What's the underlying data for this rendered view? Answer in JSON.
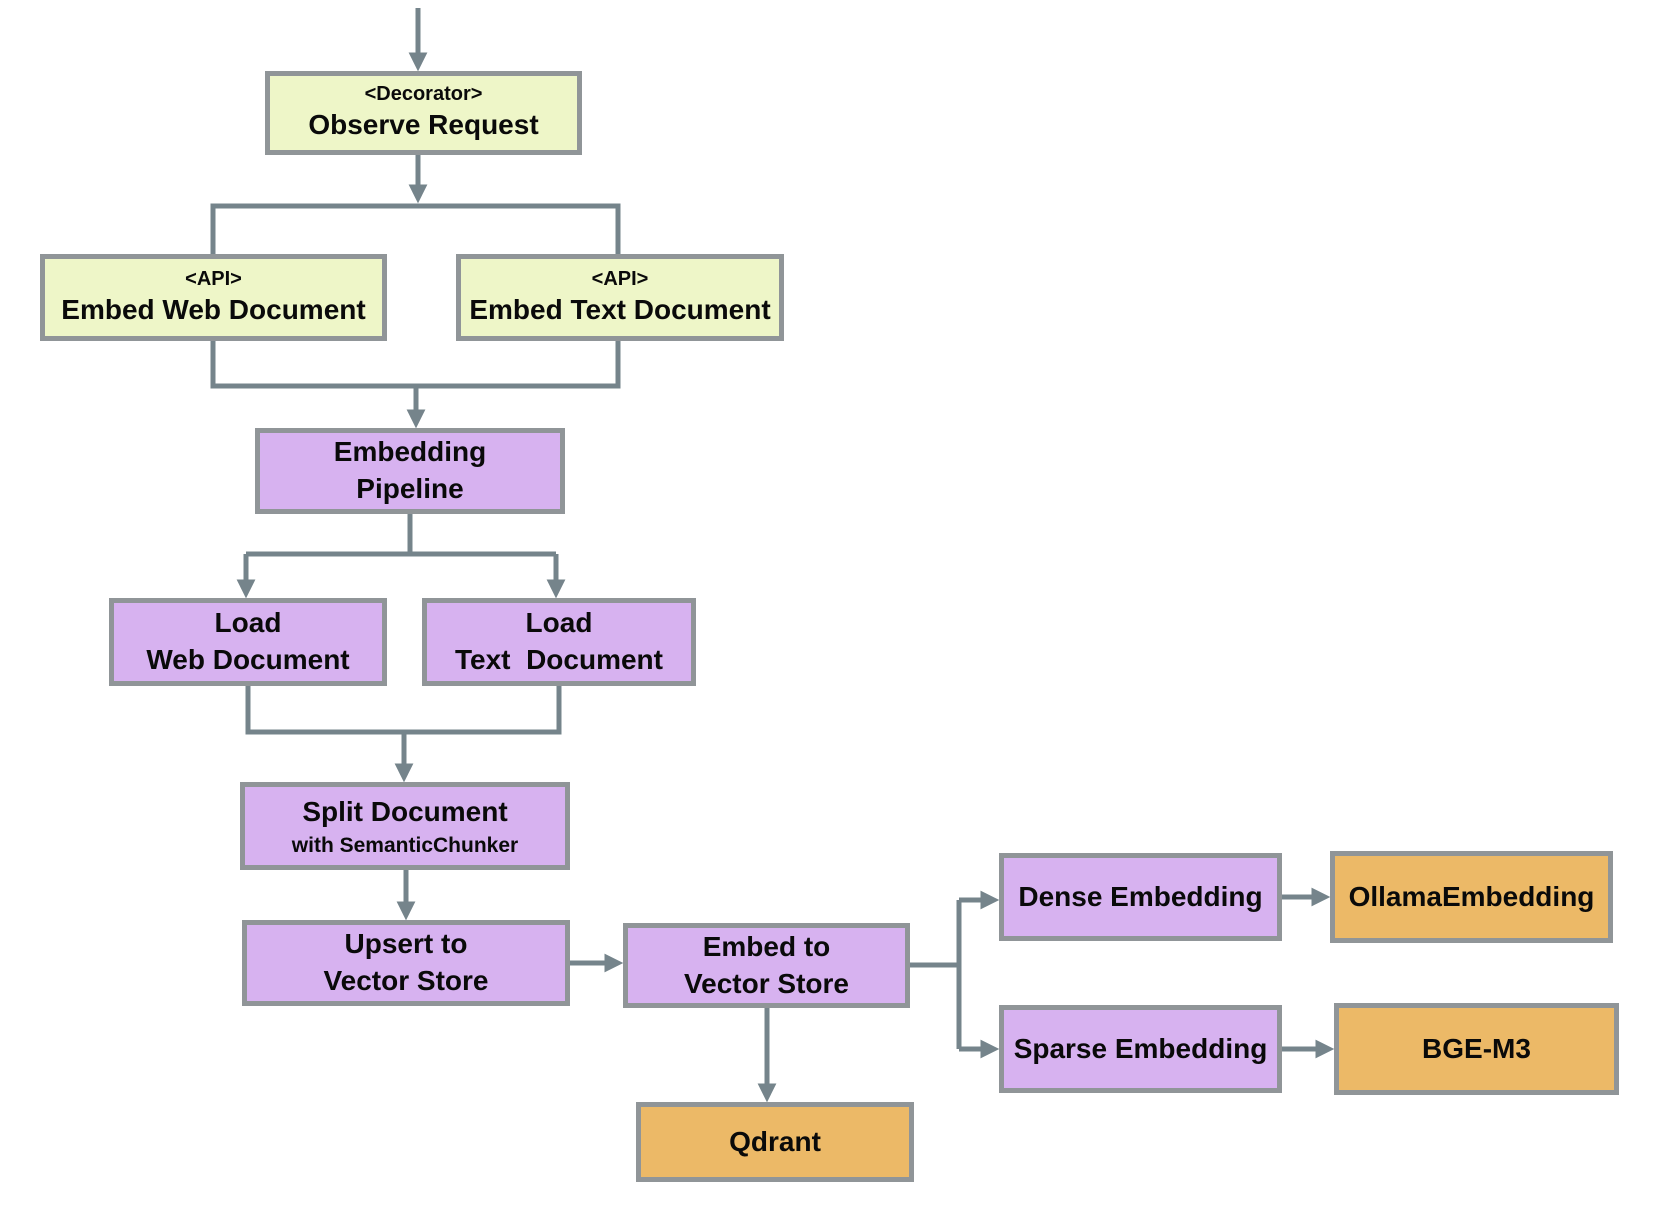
{
  "diagram": {
    "title": "Embedding pipeline flowchart",
    "nodes": {
      "observe_request": {
        "stereotype": "<Decorator>",
        "label": "Observe Request"
      },
      "embed_web_document": {
        "stereotype": "<API>",
        "label": "Embed Web Document"
      },
      "embed_text_document": {
        "stereotype": "<API>",
        "label": "Embed Text Document"
      },
      "embedding_pipeline": {
        "label": "Embedding\nPipeline"
      },
      "load_web_document": {
        "label": "Load\nWeb Document"
      },
      "load_text_document": {
        "label": "Load\nText  Document"
      },
      "split_document": {
        "label": "Split Document",
        "sublabel": "with SemanticChunker"
      },
      "upsert_to_vector_store": {
        "label": "Upsert to\nVector Store"
      },
      "embed_to_vector_store": {
        "label": "Embed to\nVector Store"
      },
      "qdrant": {
        "label": "Qdrant"
      },
      "dense_embedding": {
        "label": "Dense Embedding"
      },
      "ollama_embedding": {
        "label": "OllamaEmbedding"
      },
      "sparse_embedding": {
        "label": "Sparse Embedding"
      },
      "bge_m3": {
        "label": "BGE-M3"
      }
    },
    "edges": [
      {
        "from": "start",
        "to": "observe_request",
        "arrow": true
      },
      {
        "from": "observe_request",
        "to": "embed_web_document",
        "arrow": false
      },
      {
        "from": "observe_request",
        "to": "embed_text_document",
        "arrow": false
      },
      {
        "from": "embed_web_document",
        "to": "embedding_pipeline",
        "arrow": true
      },
      {
        "from": "embed_text_document",
        "to": "embedding_pipeline",
        "arrow": true
      },
      {
        "from": "embedding_pipeline",
        "to": "load_web_document",
        "arrow": true
      },
      {
        "from": "embedding_pipeline",
        "to": "load_text_document",
        "arrow": true
      },
      {
        "from": "load_web_document",
        "to": "split_document",
        "arrow": true
      },
      {
        "from": "load_text_document",
        "to": "split_document",
        "arrow": true
      },
      {
        "from": "split_document",
        "to": "upsert_to_vector_store",
        "arrow": true
      },
      {
        "from": "upsert_to_vector_store",
        "to": "embed_to_vector_store",
        "arrow": true
      },
      {
        "from": "embed_to_vector_store",
        "to": "qdrant",
        "arrow": true
      },
      {
        "from": "embed_to_vector_store",
        "to": "dense_embedding",
        "arrow": true
      },
      {
        "from": "embed_to_vector_store",
        "to": "sparse_embedding",
        "arrow": true
      },
      {
        "from": "dense_embedding",
        "to": "ollama_embedding",
        "arrow": true
      },
      {
        "from": "sparse_embedding",
        "to": "bge_m3",
        "arrow": true
      }
    ],
    "colors": {
      "node-yellow": "#eef6c8",
      "node-purple": "#d7b2f0",
      "node-orange": "#ecb967",
      "node-border": "#909598",
      "edge": "#75848b",
      "text": "#0a0a0a",
      "background": "#ffffff"
    }
  }
}
